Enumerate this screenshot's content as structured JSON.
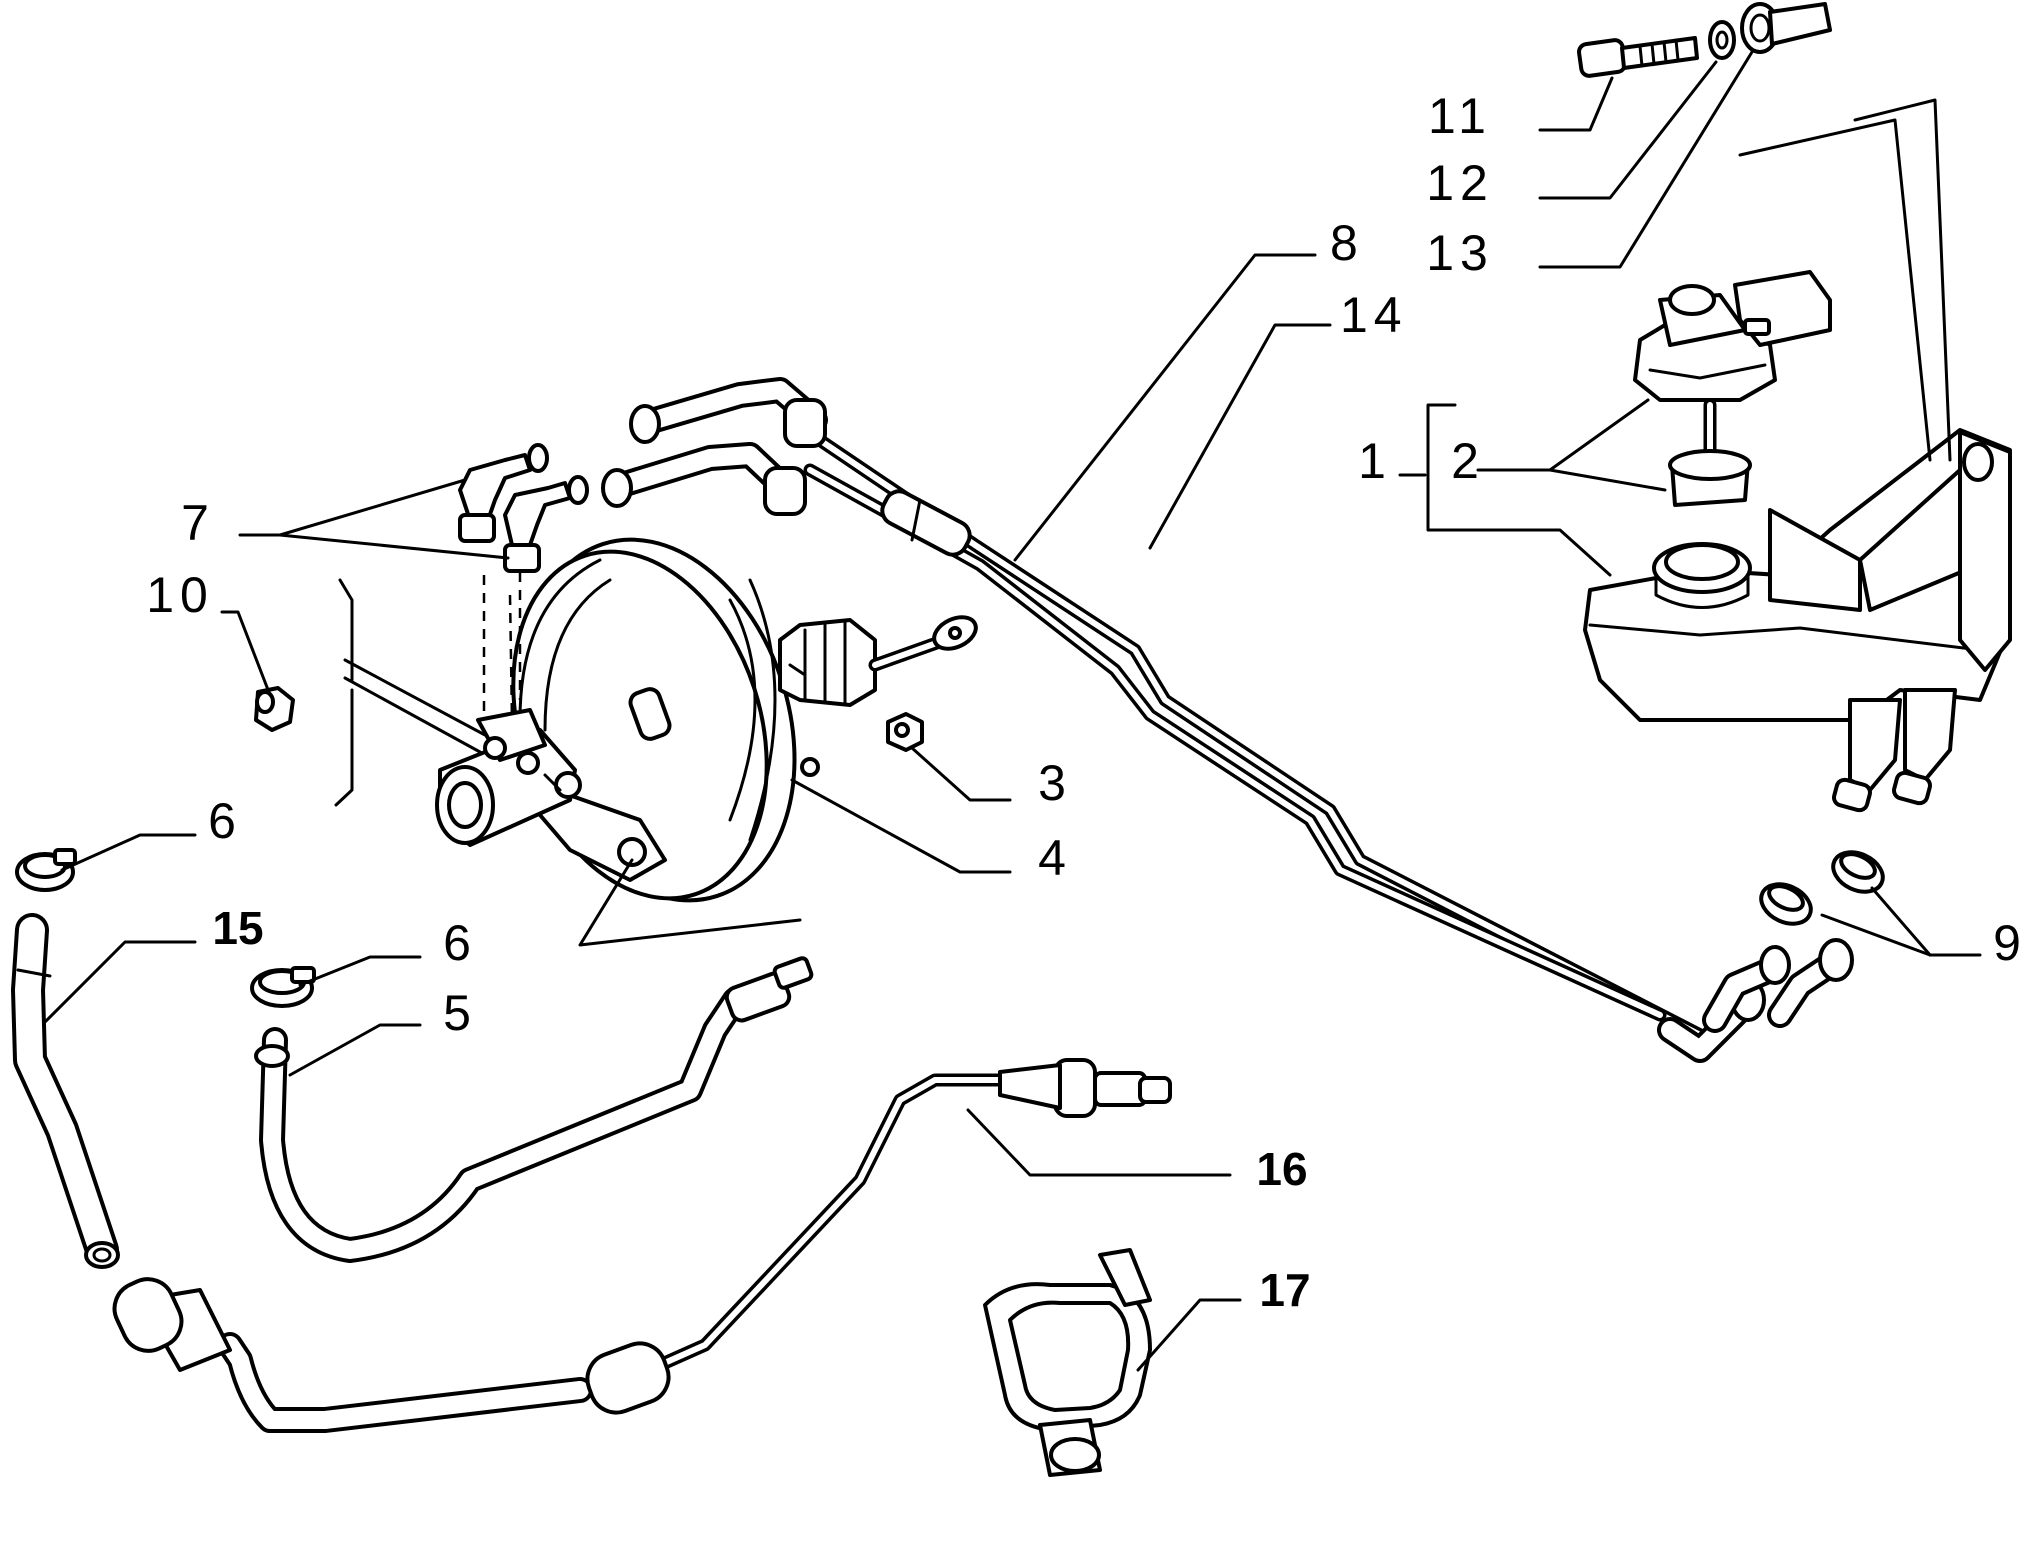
{
  "callouts": {
    "c1": "1",
    "c2": "2",
    "c3": "3",
    "c4": "4",
    "c5": "5",
    "c6a": "6",
    "c6b": "6",
    "c7": "7",
    "c8": "8",
    "c9": "9",
    "c10": "10",
    "c11": "11",
    "c12": "12",
    "c13": "13",
    "c14": "14",
    "c15": "15",
    "c16": "16",
    "c17": "17"
  }
}
